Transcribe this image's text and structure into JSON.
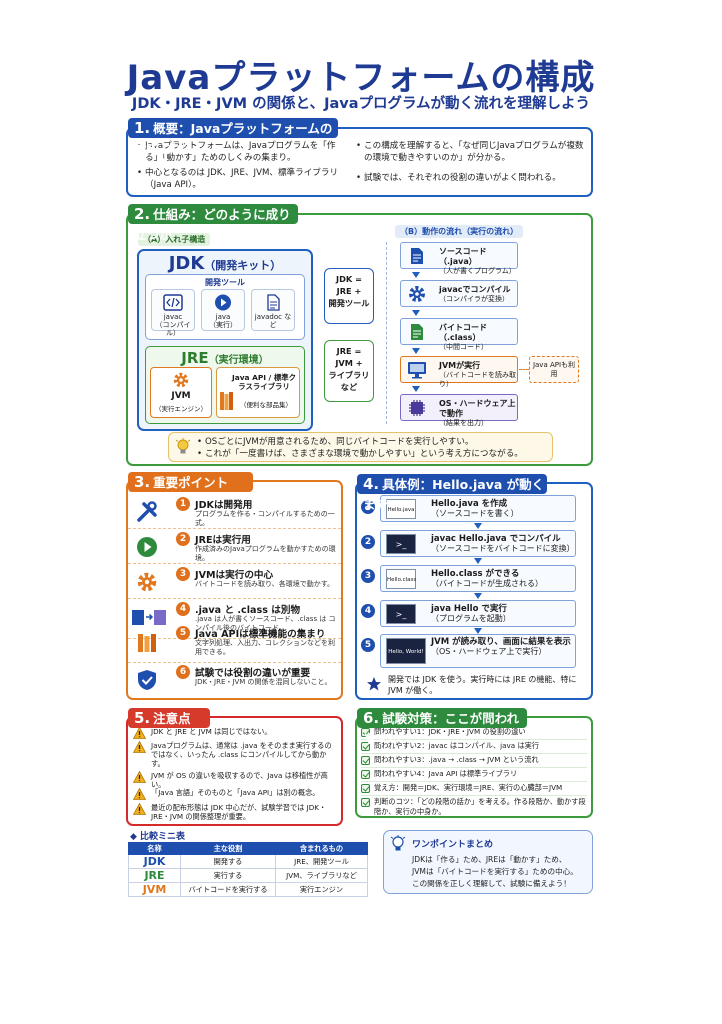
{
  "header": {
    "title": "Javaプラットフォームの構成",
    "subtitle": "JDK・JRE・JVM の関係と、Javaプログラムが動く流れを理解しよう"
  },
  "s1": {
    "num": "1.",
    "title": "概要：Javaプラットフォームの構成とは？",
    "bullets_left": [
      "Javaプラットフォームは、Javaプログラムを「作る」「動かす」ためのしくみの集まり。",
      "中心となるのは JDK、JRE、JVM、標準ライブラリ（Java API）。"
    ],
    "bullets_right": [
      "この構成を理解すると、「なぜ同じJavaプログラムが複数の環境で動きやすいのか」が分かる。",
      "試験では、それぞれの役割の違いがよく問われる。"
    ]
  },
  "s2": {
    "num": "2.",
    "title": "仕組み：どのように成り立つか",
    "tag_a": "（A）入れ子構造",
    "tag_b": "（B）動作の流れ（実行の流れ）",
    "jdk": "JDK",
    "jdk_sub": "（開発キット）",
    "tools_label": "開発ツール",
    "tools": [
      {
        "name": "javac",
        "desc": "（コンパイル）"
      },
      {
        "name": "java",
        "desc": "（実行）"
      },
      {
        "name": "javadoc など",
        "desc": ""
      }
    ],
    "jre": "JRE",
    "jre_sub": "（実行環境）",
    "jvm_name": "JVM",
    "jvm_desc": "（実行エンジン）",
    "api_name": "Java API / 標準クラスライブラリ",
    "api_desc": "（便利な部品集）",
    "eq1": [
      "JDK =",
      "JRE +",
      "開発ツール"
    ],
    "eq2": [
      "JRE =",
      "JVM +",
      "ライブラリ",
      "など"
    ],
    "flow": [
      {
        "title": "ソースコード（.java）",
        "desc": "（人が書くプログラム）"
      },
      {
        "title": "javacでコンパイル",
        "desc": "（コンパイラが変換）"
      },
      {
        "title": "バイトコード（.class）",
        "desc": "（中間コード）"
      },
      {
        "title": "JVMが実行",
        "desc": "（バイトコードを読み取り）"
      },
      {
        "title": "OS・ハードウェア上で動作",
        "desc": "（結果を出力）"
      }
    ],
    "api_side": "Java APIも利用",
    "tips": [
      "OSごとにJVMが用意されるため、同じバイトコードを実行しやすい。",
      "これが「一度書けば、さまざまな環境で動かしやすい」という考え方につながる。"
    ]
  },
  "s3": {
    "num": "3.",
    "title": "重要ポイント",
    "points": [
      {
        "n": "1",
        "title": "JDKは開発用",
        "desc": "プログラムを作る・コンパイルするための一式。"
      },
      {
        "n": "2",
        "title": "JREは実行用",
        "desc": "作成済みのJavaプログラムを動かすための環境。"
      },
      {
        "n": "3",
        "title": "JVMは実行の中心",
        "desc": "バイトコードを読み取り、各環境で動かす。"
      },
      {
        "n": "4",
        "title": ".java と .class は別物",
        "desc": ".java は人が書くソースコード、.class は コンパイル後のバイトコード。"
      },
      {
        "n": "5",
        "title": "Java APIは標準機能の集まり",
        "desc": "文字列処理、入出力、コレクションなどを利用できる。"
      },
      {
        "n": "6",
        "title": "試験では役割の違いが重要",
        "desc": "JDK・JRE・JVM の関係を混同しないこと。"
      }
    ]
  },
  "s4": {
    "num": "4.",
    "title": "具体例：Hello.java が動くまで",
    "steps": [
      {
        "n": "1",
        "icon": "Hello.java",
        "title": "Hello.java を作成",
        "desc": "（ソースコードを書く）"
      },
      {
        "n": "2",
        "icon": ">_",
        "title": "javac Hello.java でコンパイル",
        "desc": "（ソースコードをバイトコードに変換）"
      },
      {
        "n": "3",
        "icon": "Hello.class",
        "title": "Hello.class ができる",
        "desc": "（バイトコードが生成される）"
      },
      {
        "n": "4",
        "icon": ">_",
        "title": "java Hello で実行",
        "desc": "（プログラムを起動）"
      },
      {
        "n": "5",
        "icon": "Hello, World!",
        "title": "JVM が読み取り、画面に結果を表示",
        "desc": "（OS・ハードウェア上で実行）"
      }
    ],
    "note": "開発では JDK を使う。実行時には JRE の機能、特に JVM が働く。"
  },
  "s5": {
    "num": "5.",
    "title": "注意点",
    "warnings": [
      "JDK と JRE と JVM は同じではない。",
      "Javaプログラムは、通常は .java をそのまま実行するのではなく、いったん .class にコンパイルしてから動かす。",
      "JVM が OS の違いを吸収するので、Java は移植性が高い。",
      "「Java 言語」そのものと「Java API」は別の概念。",
      "最近の配布形態は JDK 中心だが、試験学習では JDK・JRE・JVM の関係整理が重要。"
    ]
  },
  "s6": {
    "num": "6.",
    "title": "試験対策：ここが問われやすい",
    "items": [
      "問われやすい1：JDK・JRE・JVM の役割の違い",
      "問われやすい2：javac はコンパイル、java は実行",
      "問われやすい3：.java → .class → JVM という流れ",
      "問われやすい4：Java API は標準ライブラリ",
      "覚え方：開発＝JDK、実行環境＝JRE、実行の心臓部＝JVM",
      "判断のコツ：「どの段階の話か」を考える。作る段階か、動かす段階か、実行の中身か。"
    ]
  },
  "table": {
    "title": "◆ 比較ミニ表",
    "headers": [
      "名称",
      "主な役割",
      "含まれるもの"
    ],
    "rows": [
      [
        "JDK",
        "開発する",
        "JRE、開発ツール"
      ],
      [
        "JRE",
        "実行する",
        "JVM、ライブラリなど"
      ],
      [
        "JVM",
        "バイトコードを実行する",
        "実行エンジン"
      ]
    ]
  },
  "summary": {
    "title": "ワンポイントまとめ",
    "lines": [
      "JDKは「作る」ため、JREは「動かす」ため、",
      "JVMは「バイトコードを実行する」ための中心。",
      "この関係を正しく理解して、試験に備えよう！"
    ]
  },
  "colors": {
    "blue": "#1f4fae",
    "green": "#2e8b3e",
    "orange": "#e0701c",
    "red": "#d63a2a"
  }
}
